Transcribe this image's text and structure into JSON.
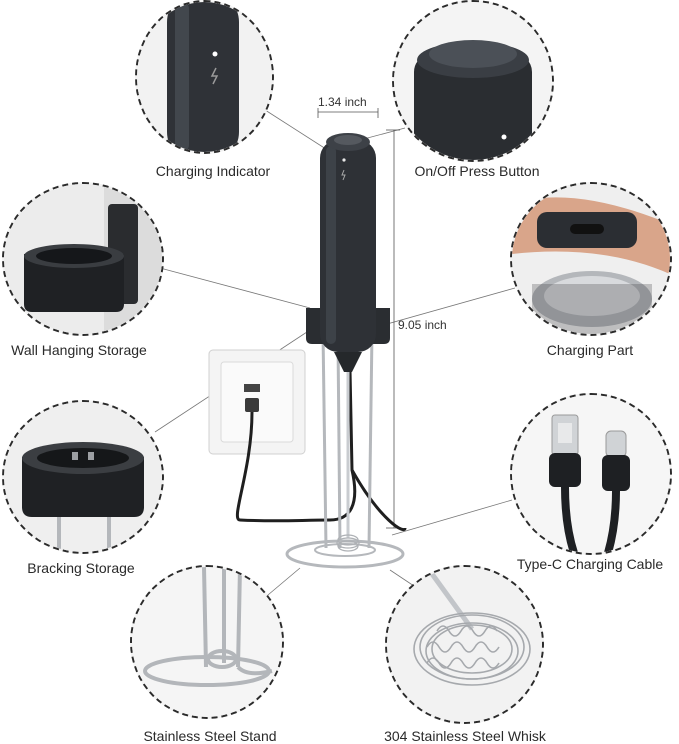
{
  "labels": {
    "charging_indicator": "Charging Indicator",
    "on_off_button": "On/Off Press Button",
    "wall_storage": "Wall Hanging Storage",
    "charging_part": "Charging Part",
    "bracking_storage": "Bracking Storage",
    "type_c_cable": "Type-C Charging Cable",
    "steel_stand": "Stainless Steel Stand",
    "steel_whisk": "304 Stainless Steel Whisk"
  },
  "dimensions": {
    "width": "1.34 inch",
    "height": "9.05 inch"
  },
  "colors": {
    "device": "#2e3136",
    "device_highlight": "#4a4f56",
    "steel": "#b9bcc0",
    "dash": "#2b2b2b"
  }
}
